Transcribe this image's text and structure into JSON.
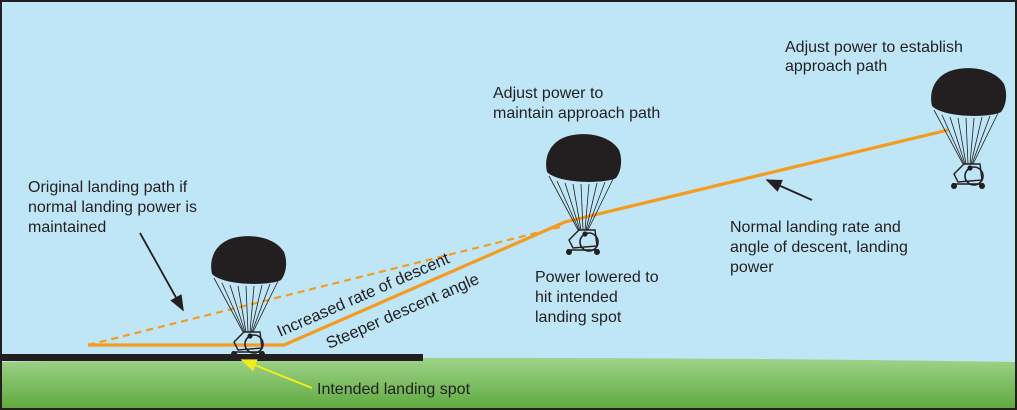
{
  "colors": {
    "sky": "#bfe6f7",
    "grass_top": "#9fd48a",
    "grass_bottom": "#5da83d",
    "runway": "#231f20",
    "path": "#f39c1f",
    "canopy": "#231f20",
    "pointer_arrow": "#231f20",
    "highlight_arrow": "#f2ec1a",
    "border": "#231f20"
  },
  "icons": {
    "paraglider": "powered-paraglider-icon"
  },
  "labels": {
    "adjust_power_establish": [
      "Adjust power to establish",
      "approach path"
    ],
    "adjust_power_maintain": [
      "Adjust power to",
      "maintain approach path"
    ],
    "original_path": [
      "Original landing path if",
      "normal landing power is",
      "maintained"
    ],
    "normal_landing": [
      "Normal landing rate and",
      "angle of descent, landing",
      "power"
    ],
    "power_lowered": [
      "Power lowered to",
      "hit intended",
      "landing spot"
    ],
    "increased_rate": "Increased rate of descent",
    "steeper_angle": "Steeper descent angle",
    "intended_spot": "Intended landing spot"
  }
}
